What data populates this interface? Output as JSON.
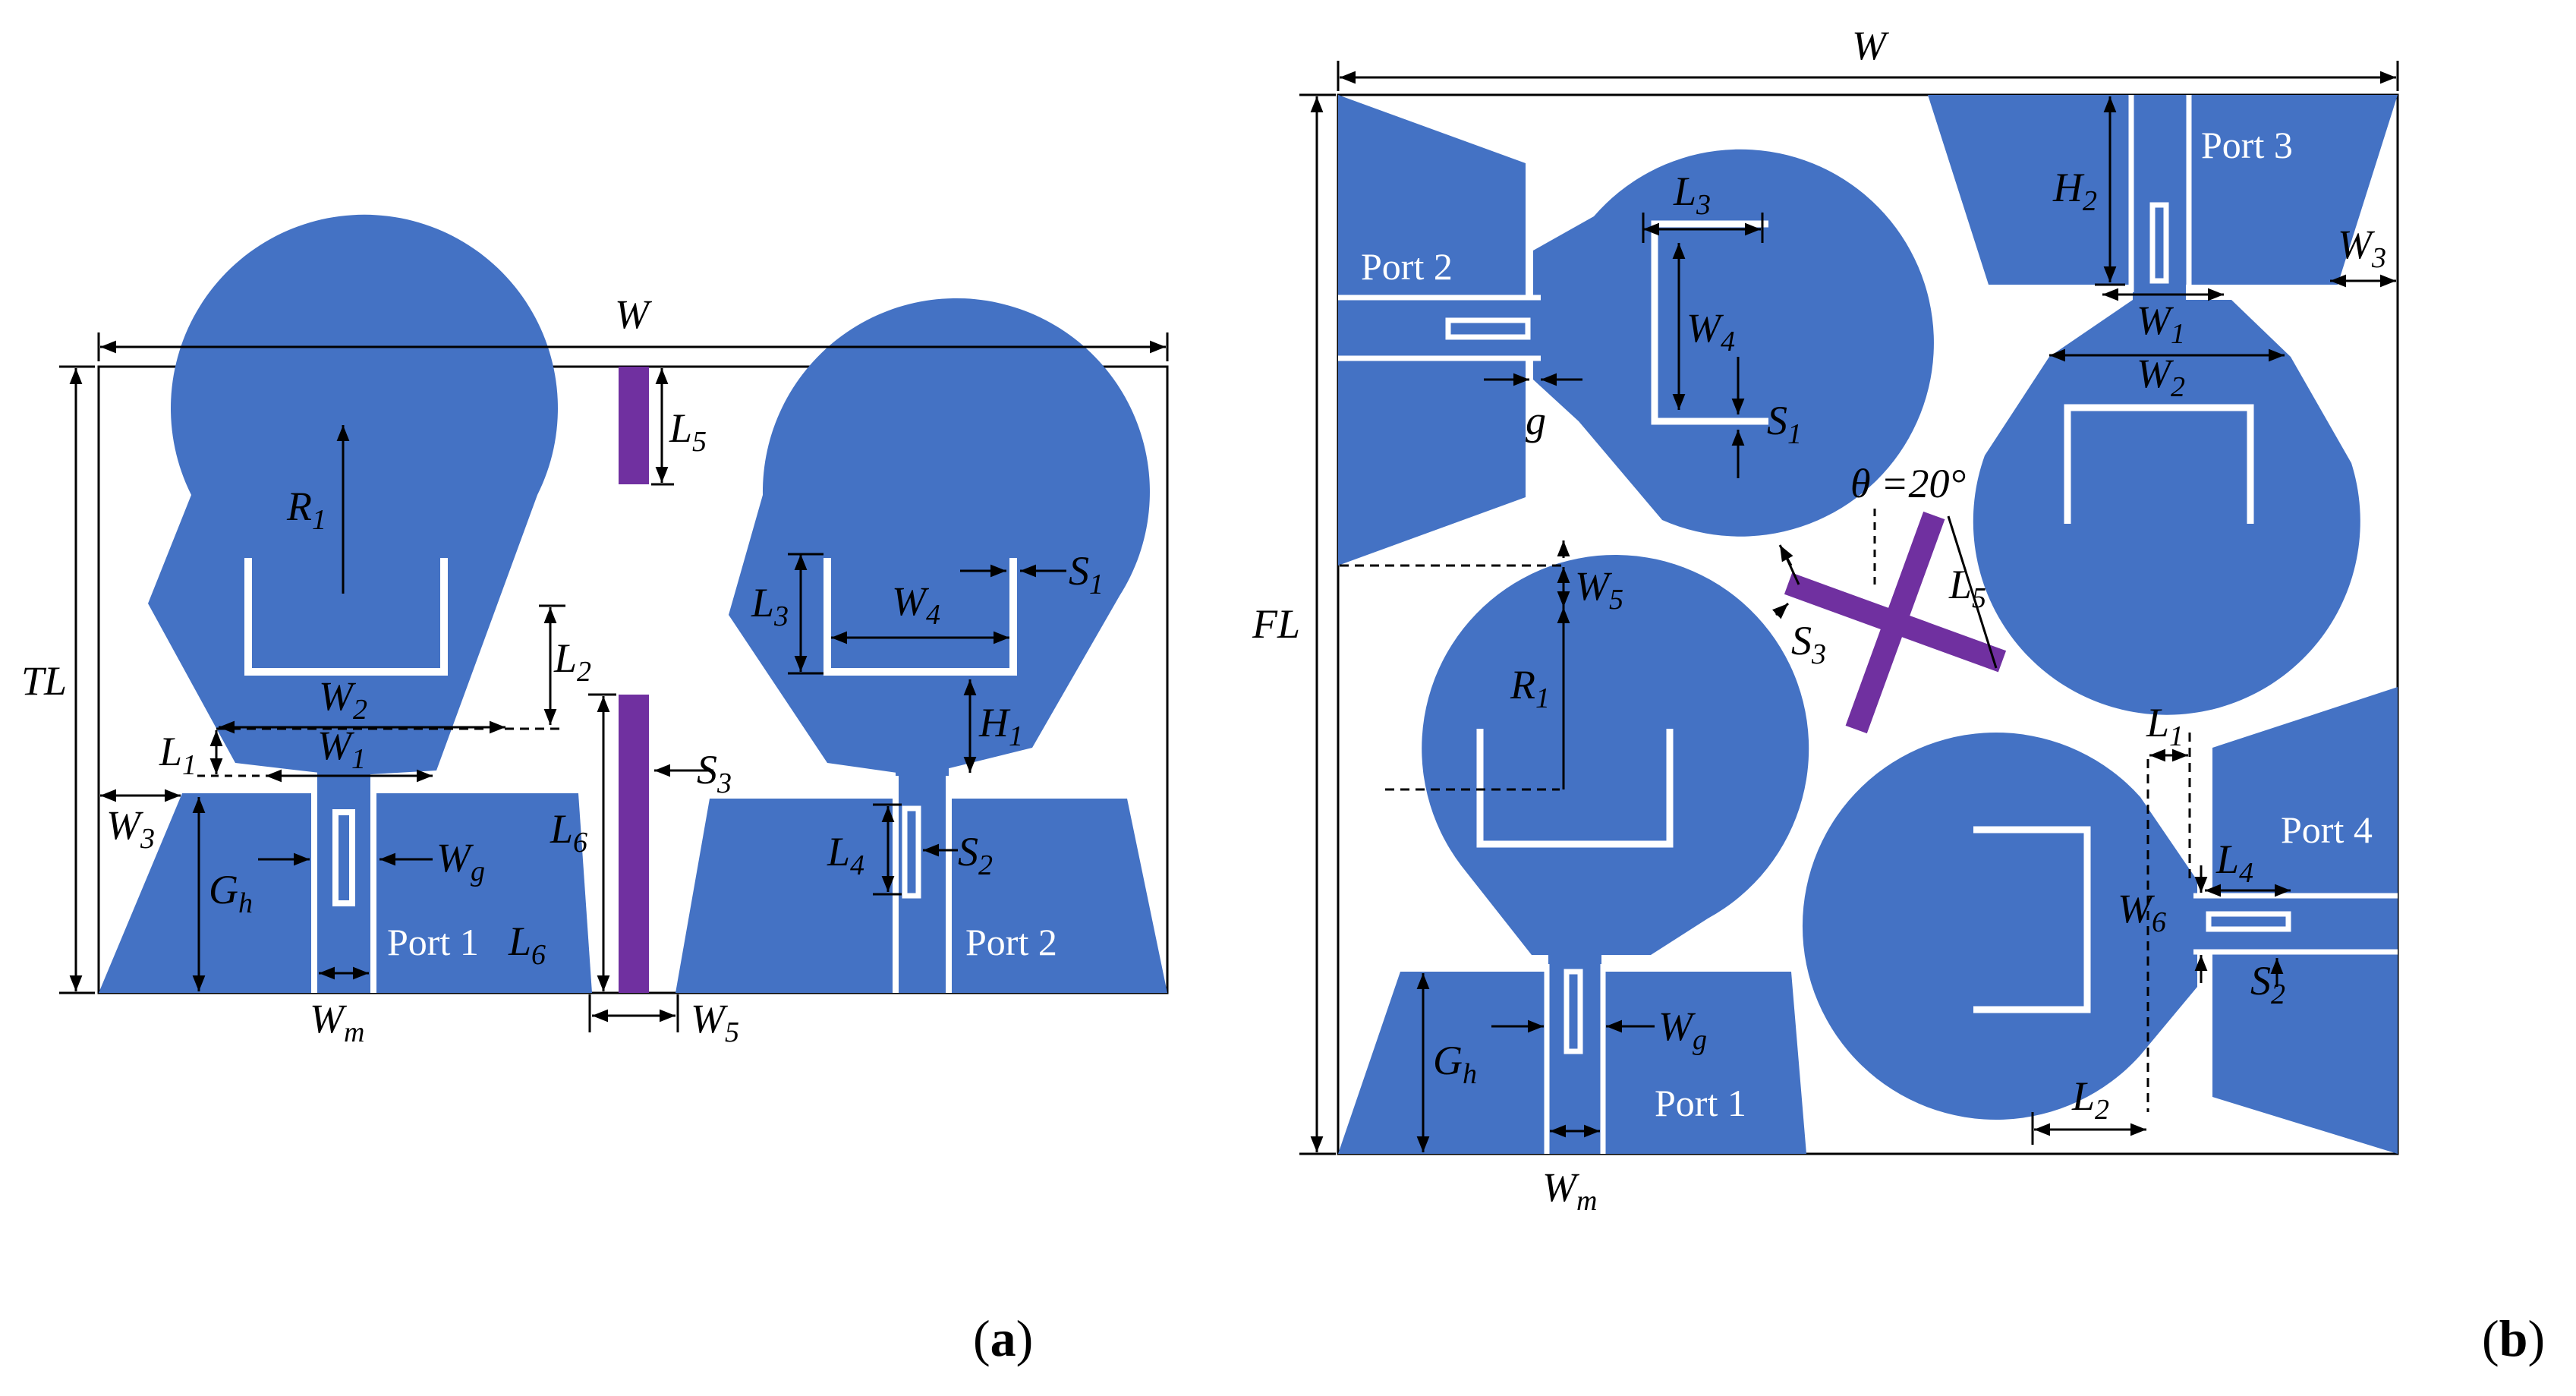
{
  "colors": {
    "patch": "#4472C4",
    "parasitic": "#7030A0",
    "slot": "#ffffff",
    "dimension": "#000000"
  },
  "panel_a": {
    "caption_open": "(",
    "caption_letter": "a",
    "caption_close": ")",
    "ports": [
      "Port 1",
      "Port 2"
    ],
    "dims": {
      "W": "W",
      "TL": "TL",
      "R1": [
        "R",
        "1"
      ],
      "L5": [
        "L",
        "5"
      ],
      "L2": [
        "L",
        "2"
      ],
      "W2": [
        "W",
        "2"
      ],
      "W1": [
        "W",
        "1"
      ],
      "L1": [
        "L",
        "1"
      ],
      "W3": [
        "W",
        "3"
      ],
      "Gh": [
        "G",
        "h"
      ],
      "Wg": [
        "W",
        "g"
      ],
      "Wm": [
        "W",
        "m"
      ],
      "L6a": [
        "L",
        "6"
      ],
      "L6b": [
        "L",
        "6"
      ],
      "S3": [
        "S",
        "3"
      ],
      "W5": [
        "W",
        "5"
      ],
      "L3": [
        "L",
        "3"
      ],
      "W4": [
        "W",
        "4"
      ],
      "S1": [
        "S",
        "1"
      ],
      "H1": [
        "H",
        "1"
      ],
      "L4": [
        "L",
        "4"
      ],
      "S2": [
        "S",
        "2"
      ]
    }
  },
  "panel_b": {
    "caption_open": "(",
    "caption_letter": "b",
    "caption_close": ")",
    "ports": [
      "Port 1",
      "Port 2",
      "Port 3",
      "Port 4"
    ],
    "theta": "θ =20°",
    "dims": {
      "W": "W",
      "FL": "FL",
      "L3": [
        "L",
        "3"
      ],
      "W4": [
        "W",
        "4"
      ],
      "S1": [
        "S",
        "1"
      ],
      "g": "g",
      "H2": [
        "H",
        "2"
      ],
      "W3": [
        "W",
        "3"
      ],
      "W1": [
        "W",
        "1"
      ],
      "W2": [
        "W",
        "2"
      ],
      "W5": [
        "W",
        "5"
      ],
      "L5": [
        "L",
        "5"
      ],
      "S3": [
        "S",
        "3"
      ],
      "R1": [
        "R",
        "1"
      ],
      "L1": [
        "L",
        "1"
      ],
      "L4": [
        "L",
        "4"
      ],
      "W6": [
        "W",
        "6"
      ],
      "S2": [
        "S",
        "2"
      ],
      "L2": [
        "L",
        "2"
      ],
      "Gh": [
        "G",
        "h"
      ],
      "Wg": [
        "W",
        "g"
      ],
      "Wm": [
        "W",
        "m"
      ]
    }
  }
}
